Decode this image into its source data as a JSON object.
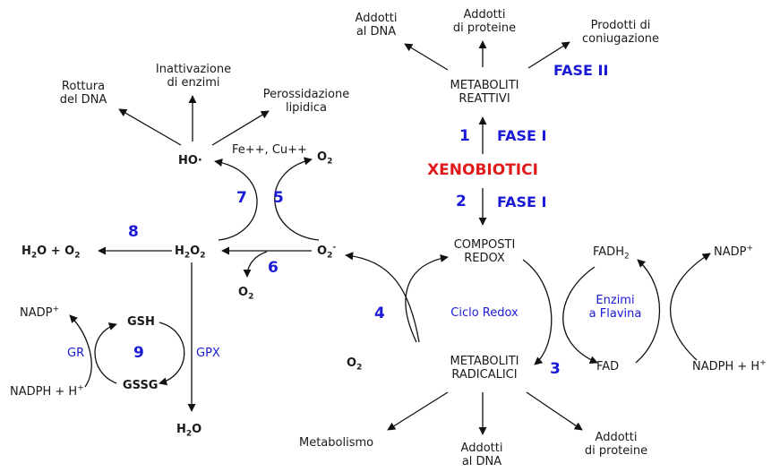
{
  "colors": {
    "accent": "#1a1ad6",
    "highlight": "#e11a1a",
    "line": "#111111"
  },
  "top": {
    "dna_adducts": [
      "Addotti",
      "al DNA"
    ],
    "protein_adducts": [
      "Addotti",
      "di proteine"
    ],
    "conjugation": [
      "Prodotti di",
      "coniugazione"
    ],
    "reactive_metabolites": [
      "METABOLITI",
      "REATTIVI"
    ],
    "phase2": "FASE II"
  },
  "center": {
    "xenobiotics": "XENOBIOTICI",
    "step1": "1",
    "phase1_up": "FASE I",
    "step2": "2",
    "phase1_down": "FASE I"
  },
  "redox": {
    "redox_compounds": [
      "COMPOSTI",
      "REDOX"
    ],
    "cycle": "Ciclo Redox",
    "radical_metabolites": [
      "METABOLITI",
      "RADICALICI"
    ],
    "o2": "O",
    "o2_sub": "2",
    "step4": "4",
    "step3": "3",
    "fadh2": "FADH",
    "fadh2_sub": "2",
    "fad": "FAD",
    "flavin_enzymes": [
      "Enzimi",
      "a Flavina"
    ],
    "nadp_plus": "NADP",
    "nadp_sup": "+",
    "nadph": "NADPH + H",
    "nadph_sup": "+"
  },
  "bottom": {
    "metabolism": "Metabolismo",
    "dna_adducts": [
      "Addotti",
      "al DNA"
    ],
    "protein_adducts": [
      "Addotti",
      "di proteine"
    ]
  },
  "ros": {
    "dna_breakage": [
      "Rottura",
      "del DNA"
    ],
    "enzyme_inactivation": [
      "Inattivazione",
      "di enzimi"
    ],
    "lipid_peroxidation": [
      "Perossidazione",
      "lipidica"
    ],
    "hydroxyl": "HO·",
    "metals": "Fe++, Cu++",
    "o2_top": "O",
    "o2_top_sub": "2",
    "step7": "7",
    "step5": "5",
    "step8": "8",
    "h2o_o2": "H",
    "h2o2": "H",
    "superoxide": "O",
    "superoxide_sub": "2",
    "superoxide_sup": "-",
    "step6": "6",
    "o2_small": "O",
    "o2_small_sub": "2"
  },
  "glutathione": {
    "nadp_plus": "NADP",
    "nadp_sup": "+",
    "gsh": "GSH",
    "gr": "GR",
    "step9": "9",
    "gpx": "GPX",
    "nadph": "NADPH + H",
    "nadph_sup": "+",
    "gssg": "GSSG",
    "h2o": "H",
    "h2o_sub": "2",
    "h2o_tail": "O"
  }
}
